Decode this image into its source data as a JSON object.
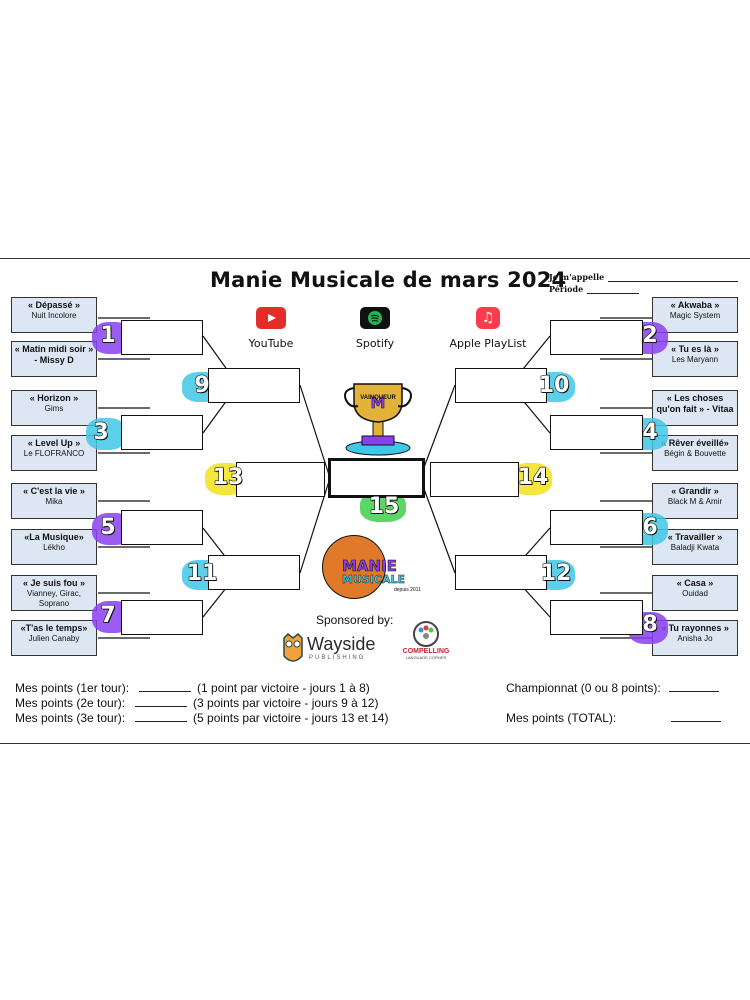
{
  "title": "Manie Musicale de mars 2024",
  "meta": {
    "name_label": "Je m'appelle",
    "period_label": "Période"
  },
  "platforms": [
    {
      "label": "YouTube",
      "icon": "youtube-icon",
      "color": "#e52d27"
    },
    {
      "label": "Spotify",
      "icon": "spotify-icon",
      "color": "#1db954"
    },
    {
      "label": "Apple PlayList",
      "icon": "apple-music-icon",
      "color": "#fa3c4c"
    }
  ],
  "songs_left": [
    {
      "title": "« Dépassé »",
      "artist": "Nuit Incolore"
    },
    {
      "title": "« Matin midi soir » - Missy D",
      "artist": ""
    },
    {
      "title": "« Horizon »",
      "artist": "Gims"
    },
    {
      "title": "« Level Up »",
      "artist": "Le FLOFRANCO"
    },
    {
      "title": "« C'est la vie »",
      "artist": "Mika"
    },
    {
      "title": "«La Musique»",
      "artist": "Lékho"
    },
    {
      "title": "« Je suis fou »",
      "artist": "Vianney, Girac, Soprano"
    },
    {
      "title": "«T'as le temps»",
      "artist": "Julien Canaby"
    }
  ],
  "songs_right": [
    {
      "title": "« Akwaba »",
      "artist": "Magic System"
    },
    {
      "title": "« Tu es là »",
      "artist": "Les Maryann"
    },
    {
      "title": "« Les choses qu'on fait » - Vitaa",
      "artist": ""
    },
    {
      "title": "« Rêver éveillé»",
      "artist": "Bégin & Bouvette"
    },
    {
      "title": "« Grandir »",
      "artist": "Black M & Amir"
    },
    {
      "title": "« Travailler »",
      "artist": "Baladji Kwata"
    },
    {
      "title": "« Casa »",
      "artist": "Ouidad"
    },
    {
      "title": "« Tu rayonnes »",
      "artist": "Anisha Jo"
    }
  ],
  "seeds": [
    "1",
    "2",
    "3",
    "4",
    "5",
    "6",
    "7",
    "8",
    "9",
    "10",
    "11",
    "12",
    "13",
    "14",
    "15"
  ],
  "trophy_label": "VAINQUEUR",
  "logo": {
    "line1": "MANIE",
    "line2": "MUSICALE",
    "line3": "depuis 2011"
  },
  "sponsor": {
    "label": "Sponsored by:",
    "wayside": "Wayside",
    "wayside_sub": "PUBLISHING",
    "compelling": "COMPELLING",
    "compelling_sub": "LANGUAGE CORNER"
  },
  "scores": [
    {
      "label": "Mes points (1er tour):",
      "note": "(1 point par victoire - jours 1 à 8)"
    },
    {
      "label": "Mes points (2e tour):",
      "note": "(3 points par victoire - jours 9 à 12)"
    },
    {
      "label": "Mes points (3e tour):",
      "note": "(5 points par victoire - jours 13 et 14)"
    }
  ],
  "championship": "Championnat (0 ou 8 points):",
  "total": "Mes points (TOTAL):",
  "colors": {
    "song_bg": "#dde7f3",
    "purple": "#8a3ff2",
    "cyan": "#3fc7e8",
    "yellow": "#f2e21b",
    "green": "#3fcf4a"
  }
}
